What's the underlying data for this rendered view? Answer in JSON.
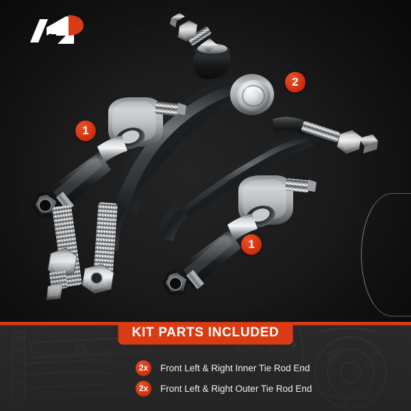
{
  "meta": {
    "background_color": "#151515",
    "accent_color": "#d93c14",
    "banner_bg_color": "#2b2b2b",
    "text_color": "#f2f2f2"
  },
  "brand": {
    "logo_name": "a-premium-brand-logo",
    "logo_mark_color_primary": "#ffffff",
    "logo_mark_color_accent": "#d93c14"
  },
  "product": {
    "scene_name": "tie-rod-end-kit-photo",
    "parts": [
      {
        "id": "inner-tie-rod-end-left",
        "callout": "1",
        "description": "Inner tie rod end with socket housing and threaded shaft"
      },
      {
        "id": "outer-tie-rod-end-upper",
        "callout": "2",
        "description": "Outer tie rod end with ball joint, boot and stud nut"
      },
      {
        "id": "inner-tie-rod-end-right",
        "callout": "1",
        "description": "Inner tie rod end with socket housing and threaded shaft"
      },
      {
        "id": "outer-tie-rod-end-lower",
        "callout": "",
        "description": "Outer tie rod end curved arm"
      }
    ]
  },
  "callouts": [
    {
      "label": "1",
      "name": "callout-marker-1-left"
    },
    {
      "label": "2",
      "name": "callout-marker-2"
    },
    {
      "label": "1",
      "name": "callout-marker-1-right"
    }
  ],
  "banner": {
    "title": "KIT PARTS INCLUDED",
    "items": [
      {
        "qty": "2x",
        "label": "Front Left & Right Inner Tie Rod End"
      },
      {
        "qty": "2x",
        "label": "Front Left & Right Outer Tie Rod End"
      }
    ]
  }
}
